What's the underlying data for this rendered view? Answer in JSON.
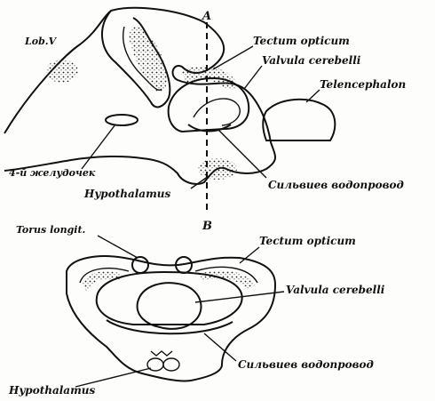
{
  "figure": {
    "top_view": {
      "section_marker_top": "A",
      "section_marker_bottom": "B",
      "labels": {
        "lob_v": "Lob.V",
        "tectum_opticum": "Tectum opticum",
        "valvula_cerebelli": "Valvula cerebelli",
        "telencephalon": "Telencephalon",
        "fourth_ventricle": "4-й желудочек",
        "hypothalamus": "Hypothalamus",
        "sylvian_aqueduct": "Сильвиев водопровод"
      }
    },
    "cross_section": {
      "labels": {
        "torus_longit": "Torus longit.",
        "tectum_opticum": "Tectum opticum",
        "valvula_cerebelli": "Valvula cerebelli",
        "sylvian_aqueduct": "Сильвиев водопровод",
        "hypothalamus": "Hypothalamus"
      }
    }
  },
  "colors": {
    "ink": "#111111",
    "paper": "#fdfdfb"
  }
}
